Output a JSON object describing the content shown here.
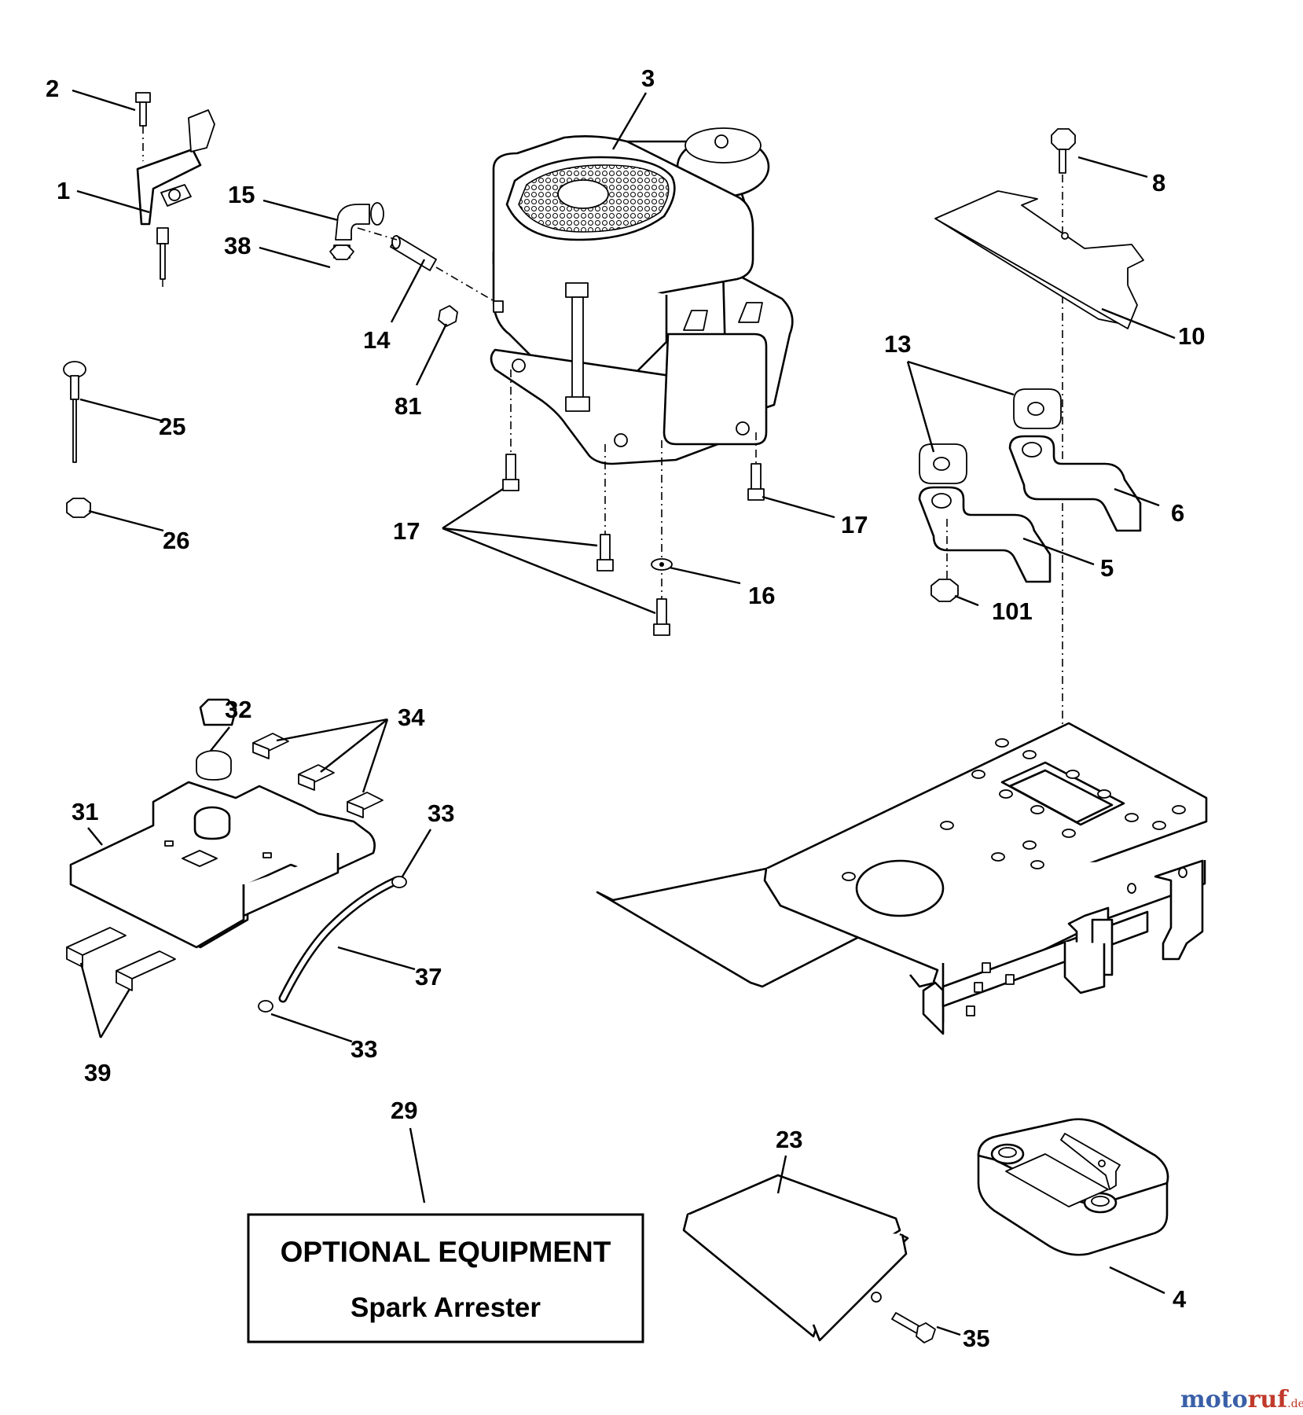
{
  "diagram": {
    "part_numbers": [
      "2",
      "3",
      "1",
      "8",
      "15",
      "38",
      "14",
      "81",
      "10",
      "13",
      "25",
      "6",
      "17",
      "17",
      "26",
      "5",
      "16",
      "101",
      "32",
      "34",
      "31",
      "33",
      "37",
      "33",
      "39",
      "29",
      "23",
      "4",
      "35"
    ],
    "optional_box": {
      "title": "OPTIONAL EQUIPMENT",
      "subtitle": "Spark Arrester"
    },
    "watermark": {
      "part1": "moto",
      "part2": "ruf",
      "suffix": ".de"
    }
  }
}
